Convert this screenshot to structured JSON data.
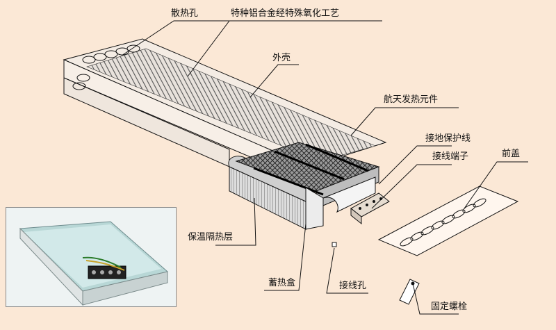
{
  "labels": {
    "vent_holes": "散热孔",
    "anodized_aluminum": "特种铝合金经特殊氧化工艺",
    "housing": "外壳",
    "heating_element": "航天发热元件",
    "ground_wire": "接地保护线",
    "terminal_block": "接线端子",
    "front_cover": "前盖",
    "insulation_layer": "保温隔热层",
    "heat_storage_box": "蓄热盒",
    "wiring_hole": "接线孔",
    "fixing_screw": "固定螺栓"
  },
  "colors": {
    "background": "#fbe8d6",
    "line": "#111111",
    "fin": "#555555"
  }
}
